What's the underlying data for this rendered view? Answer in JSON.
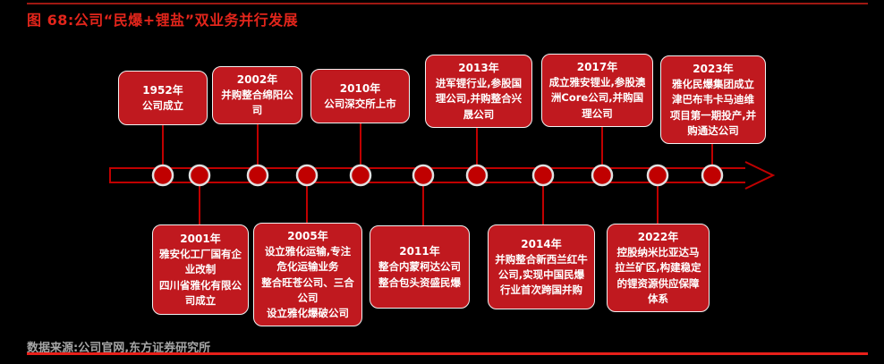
{
  "figure": {
    "title": "图 68:公司“民爆+锂盐”双业务并行发展",
    "source": "数据来源:公司官网,东方证券研究所"
  },
  "colors": {
    "background": "#000000",
    "title_red": "#E2251B",
    "box_fill": "#C0191F",
    "box_border": "#F2F2F2",
    "box_text": "#FFFFFF",
    "axis_red": "#C00000",
    "marker_fill": "#C00000",
    "marker_ring": "#E0E0E0",
    "top_rule": "#9E1812",
    "bottom_rule": "#E8201A",
    "source_text": "#A6A6A6"
  },
  "timeline": {
    "type": "horizontal-arrow-timeline",
    "direction": "left-to-right",
    "events": [
      {
        "year": "1952年",
        "desc": "公司成立",
        "side": "top"
      },
      {
        "year": "2001年",
        "desc": "雅安化工厂国有企业改制\n四川省雅化有限公司成立",
        "side": "bottom"
      },
      {
        "year": "2002年",
        "desc": "并购整合绵阳公司",
        "side": "top"
      },
      {
        "year": "2005年",
        "desc": "设立雅化运输,专注危化运输业务\n整合旺苍公司、三合公司\n设立雅化爆破公司",
        "side": "bottom"
      },
      {
        "year": "2010年",
        "desc": "公司深交所上市",
        "side": "top"
      },
      {
        "year": "2011年",
        "desc": "整合内蒙柯达公司\n整合包头资盛民爆",
        "side": "bottom"
      },
      {
        "year": "2013年",
        "desc": "进军锂行业,参股国理公司,并购整合兴晟公司",
        "side": "top"
      },
      {
        "year": "2014年",
        "desc": "并购整合新西兰红牛公司,实现中国民爆行业首次跨国并购",
        "side": "bottom"
      },
      {
        "year": "2017年",
        "desc": "成立雅安锂业,参股澳洲Core公司,并购国理公司",
        "side": "top"
      },
      {
        "year": "2022年",
        "desc": "控股纳米比亚达马拉兰矿区,构建稳定的锂资源供应保障体系",
        "side": "bottom"
      },
      {
        "year": "2023年",
        "desc": "雅化民爆集团成立\n津巴布韦卡马迪维项目第一期投产,并购通达公司",
        "side": "top"
      }
    ]
  }
}
